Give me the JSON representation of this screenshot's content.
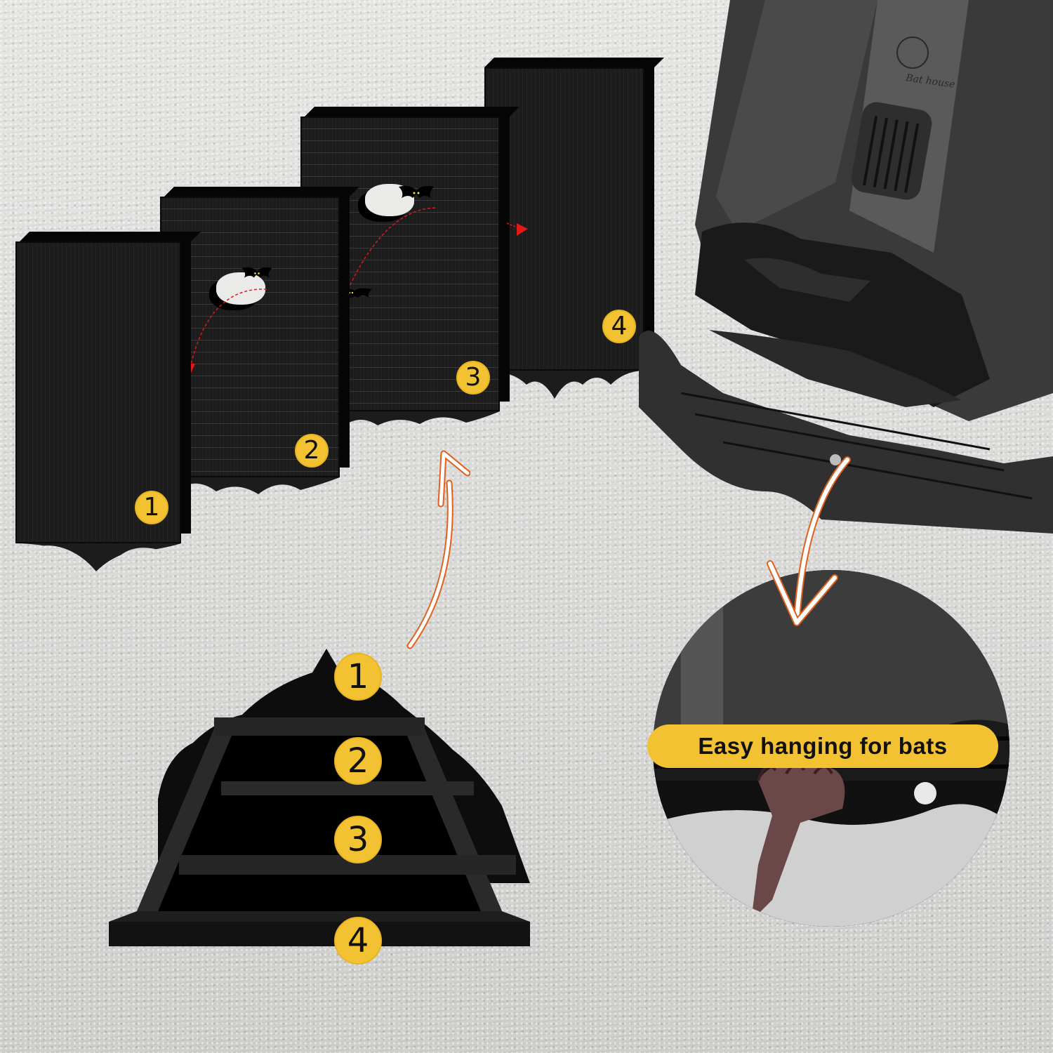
{
  "panels": [
    {
      "label": "1",
      "surface": "smooth wood grain"
    },
    {
      "label": "2",
      "surface": "horizontal slats with entrance hole"
    },
    {
      "label": "3",
      "surface": "horizontal slats with entrance hole"
    },
    {
      "label": "4",
      "surface": "smooth wood grain"
    }
  ],
  "assembled_view": {
    "chamber_labels": [
      "1",
      "2",
      "3",
      "4"
    ]
  },
  "product_view": {
    "engraving": "Bat house"
  },
  "caption": {
    "text": "Easy hanging for bats"
  },
  "colors": {
    "badge_yellow": "#f2c232",
    "arrow_orange": "#e0601c",
    "flight_path_red": "#e01818",
    "panel_black": "#1c1c1c",
    "background_concrete": "#d9d9d7"
  },
  "icons": [
    "bat-icon",
    "curved-arrow-up-icon",
    "curved-arrow-down-icon",
    "dotted-flight-arrow-icon"
  ]
}
